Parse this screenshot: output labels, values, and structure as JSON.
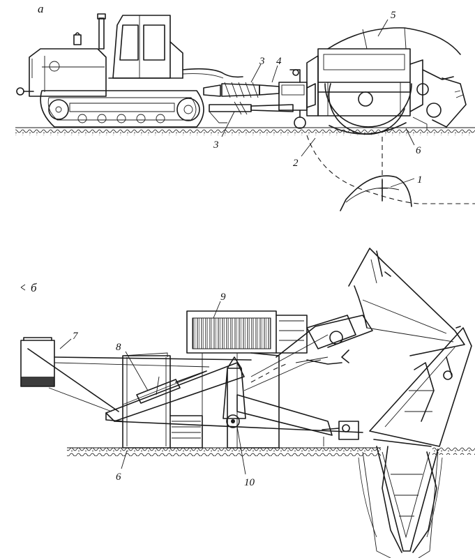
{
  "views": [
    {
      "id": "a",
      "label": "а"
    },
    {
      "id": "b",
      "label": "б"
    }
  ],
  "callouts_a": [
    "5",
    "3",
    "4",
    "3",
    "2",
    "6",
    "1"
  ],
  "callouts_b": [
    "9",
    "7",
    "8",
    "6",
    "10"
  ]
}
